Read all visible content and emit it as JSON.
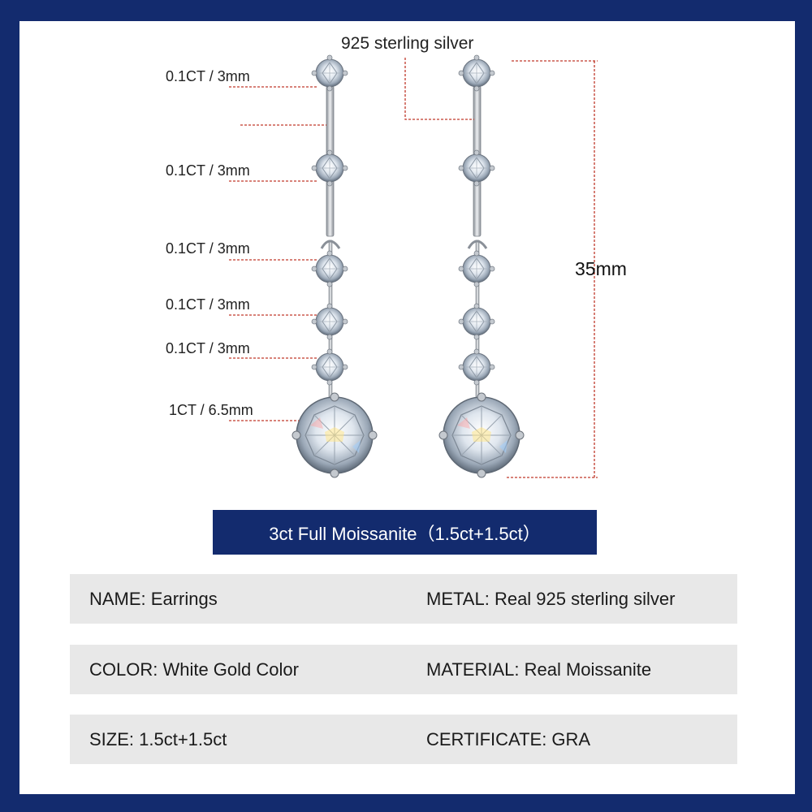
{
  "callouts": {
    "silver": "925 sterling silver",
    "length": "35mm",
    "stones": [
      "0.1CT / 3mm",
      "0.1CT / 3mm",
      "0.1CT / 3mm",
      "0.1CT / 3mm",
      "0.1CT / 3mm",
      "1CT / 6.5mm"
    ]
  },
  "banner": "3ct Full Moissanite（1.5ct+1.5ct）",
  "specs": [
    {
      "left": "NAME: Earrings",
      "right": "METAL: Real 925 sterling silver"
    },
    {
      "left": "COLOR: White Gold  Color",
      "right": "MATERIAL: Real Moissanite"
    },
    {
      "left": "SIZE: 1.5ct+1.5ct",
      "right": " CERTIFICATE: GRA"
    }
  ],
  "colors": {
    "frame": "#132b6e",
    "banner": "#132b6e",
    "callout_line": "#c0392b",
    "spec_row": "#e8e8e8"
  }
}
